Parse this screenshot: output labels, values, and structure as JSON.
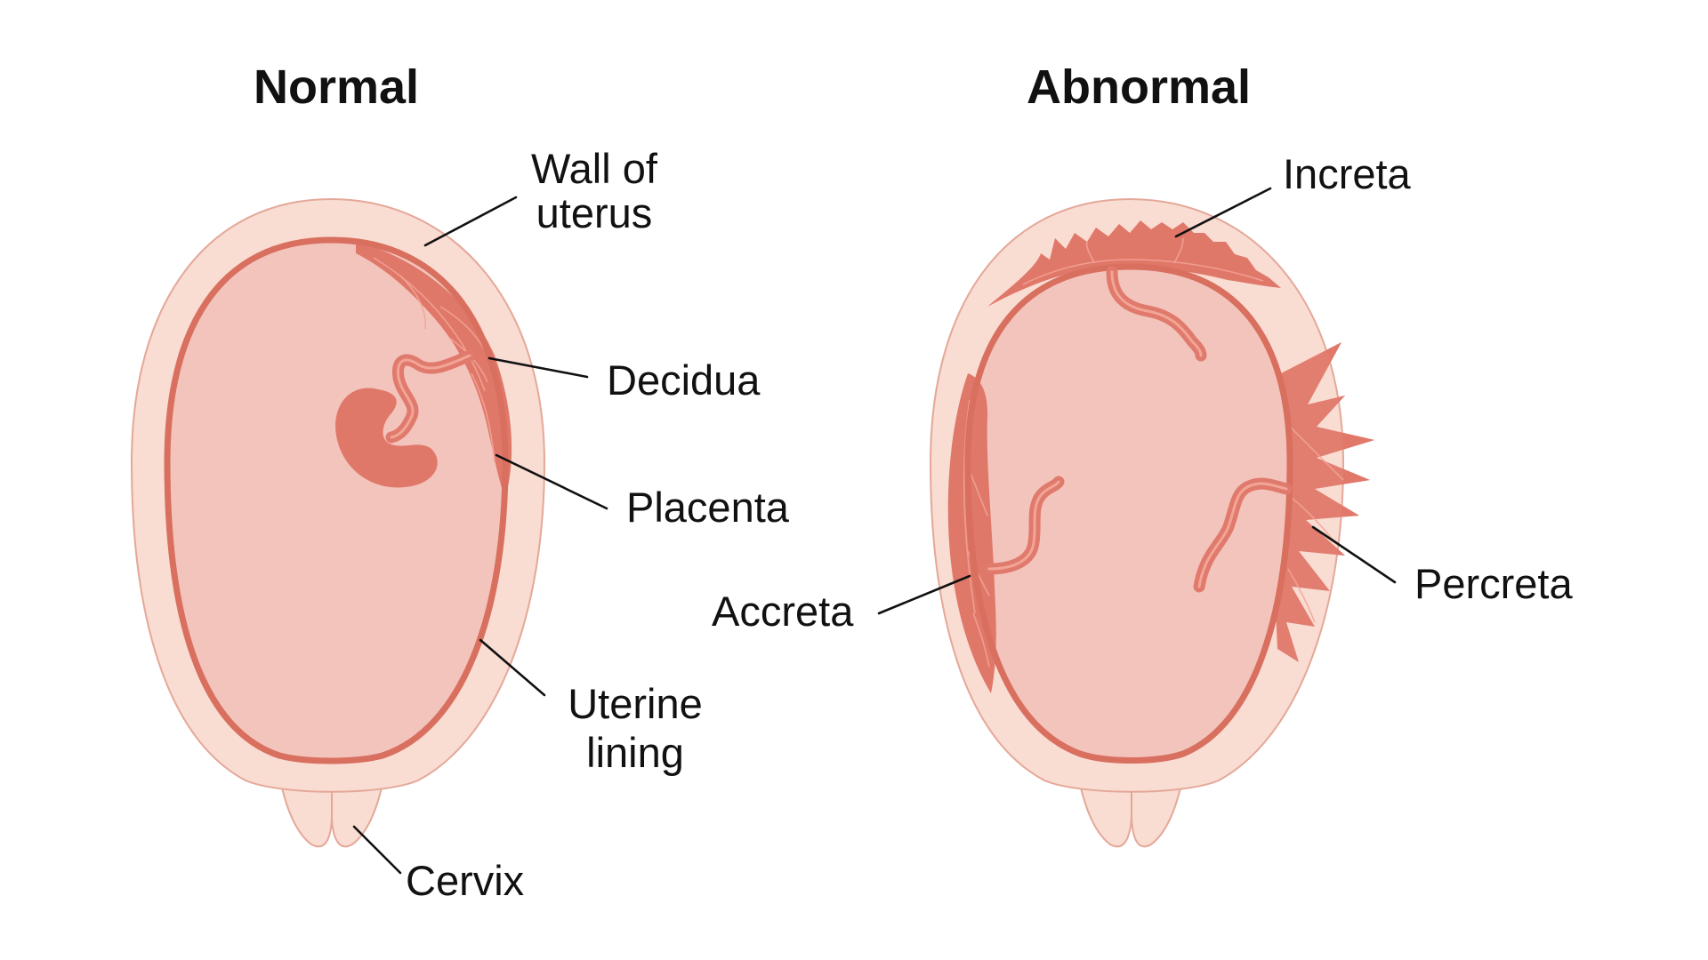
{
  "panels": {
    "normal": {
      "heading": "Normal",
      "labels": {
        "wall_line1": "Wall of",
        "wall_line2": "uterus",
        "decidua": "Decidua",
        "placenta": "Placenta",
        "lining_line1": "Uterine",
        "lining_line2": "lining",
        "cervix": "Cervix"
      }
    },
    "abnormal": {
      "heading": "Abnormal",
      "labels": {
        "increta": "Increta",
        "accreta": "Accreta",
        "percreta": "Percreta"
      }
    }
  },
  "colors": {
    "uterus_wall": "#f9dcd2",
    "uterine_cavity": "#f3c4bc",
    "lining_and_placenta": "#e0786a",
    "text": "#111111"
  }
}
